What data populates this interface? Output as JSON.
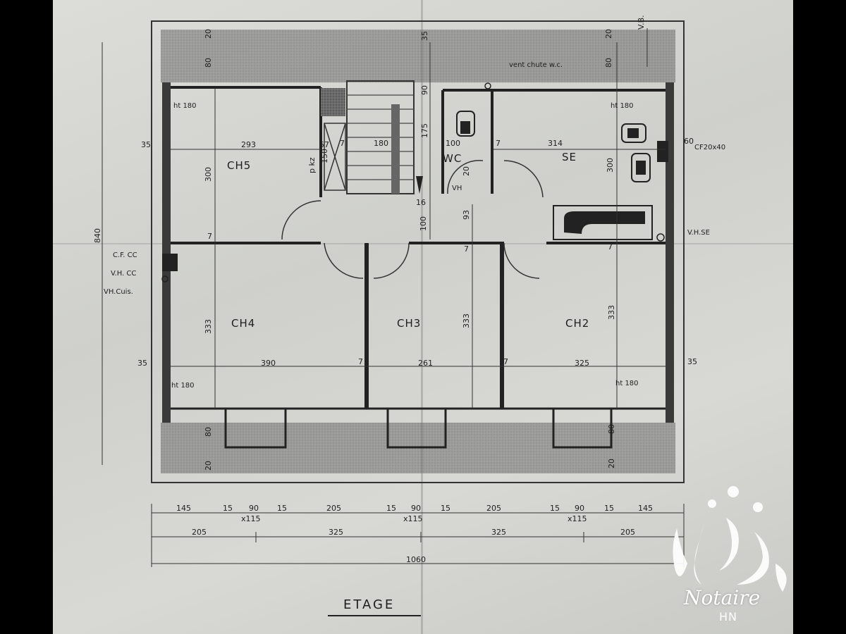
{
  "plan": {
    "title": "ETAGE",
    "rooms": {
      "ch5": "CH5",
      "ch4": "CH4",
      "ch3": "CH3",
      "ch2": "CH2",
      "wc": "WC",
      "se": "SE",
      "pkz": "p kz"
    },
    "annotations": {
      "vent_chute": "vent chute w.c.",
      "vb": "V.B.",
      "cf_20x40": "CF20x40",
      "vh_se": "V.H.SE",
      "cf_cc": "C.F. CC",
      "vh_cc": "V.H. CC",
      "vh_cuis": "VH.Cuis.",
      "vh_wc": "VH",
      "ht_180": "ht 180"
    },
    "dims": {
      "d20": "20",
      "d80": "80",
      "d35": "35",
      "d90": "90",
      "d293": "293",
      "d300": "300",
      "d57": "57",
      "d7": "7",
      "d150": "150",
      "d180": "180",
      "d175": "175",
      "d100": "100",
      "d16": "16",
      "d93": "93",
      "d314": "314",
      "d60": "60",
      "d840": "840",
      "d333": "333",
      "d390": "390",
      "d261": "261",
      "d325": "325",
      "d145": "145",
      "d15": "15",
      "d205": "205",
      "x115": "x115",
      "d1060": "1060"
    }
  },
  "brand": {
    "name": "Notaire",
    "sub": "HN"
  }
}
